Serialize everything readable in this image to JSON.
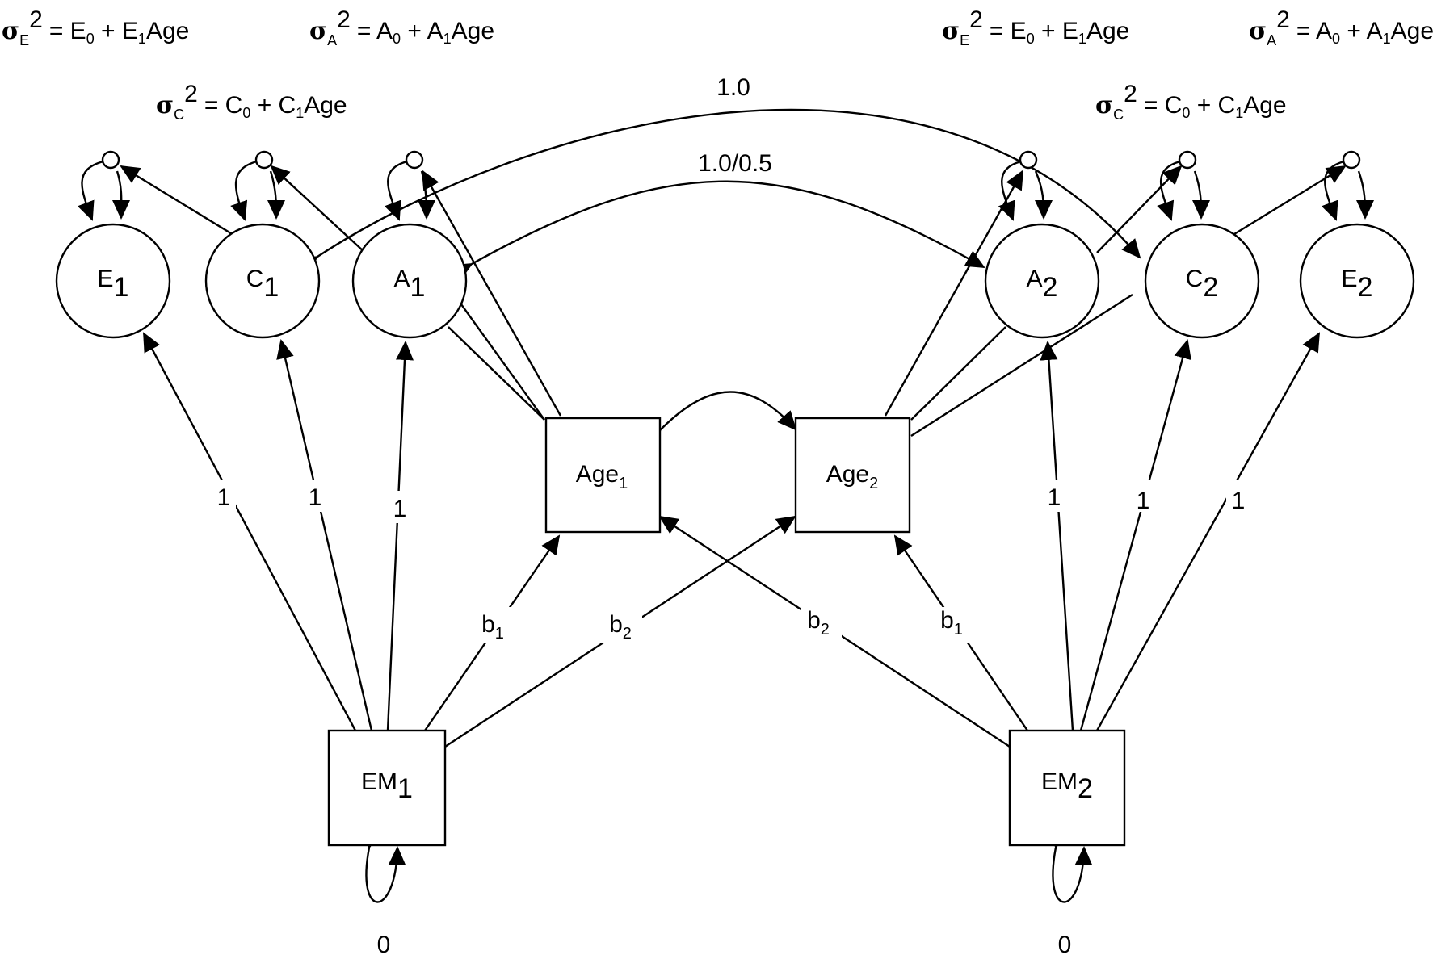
{
  "formulas": {
    "twin1": {
      "e": {
        "sigma": "σ",
        "sub": "E",
        "sup": "2",
        "rhs1": "= E",
        "rhs1_sub": "0",
        "rhs2": " + E",
        "rhs2_sub": "1",
        "rhs3": "Age"
      },
      "a": {
        "sigma": "σ",
        "sub": "A",
        "sup": "2",
        "rhs1": "= A",
        "rhs1_sub": "0",
        "rhs2": " + A",
        "rhs2_sub": "1",
        "rhs3": "Age"
      },
      "c": {
        "sigma": "σ",
        "sub": "C",
        "sup": "2",
        "rhs1": "= C",
        "rhs1_sub": "0",
        "rhs2": " + C",
        "rhs2_sub": "1",
        "rhs3": "Age"
      }
    },
    "twin2": {
      "e": {
        "sigma": "σ",
        "sub": "E",
        "sup": "2",
        "rhs1": "= E",
        "rhs1_sub": "0",
        "rhs2": " + E",
        "rhs2_sub": "1",
        "rhs3": "Age"
      },
      "a": {
        "sigma": "σ",
        "sub": "A",
        "sup": "2",
        "rhs1": "= A",
        "rhs1_sub": "0",
        "rhs2": " + A",
        "rhs2_sub": "1",
        "rhs3": "Age"
      },
      "c": {
        "sigma": "σ",
        "sub": "C",
        "sup": "2",
        "rhs1": "= C",
        "rhs1_sub": "0",
        "rhs2": " + C",
        "rhs2_sub": "1",
        "rhs3": "Age"
      }
    }
  },
  "latent": {
    "e1": {
      "base": "E",
      "sub": "1"
    },
    "c1": {
      "base": "C",
      "sub": "1"
    },
    "a1": {
      "base": "A",
      "sub": "1"
    },
    "a2": {
      "base": "A",
      "sub": "2"
    },
    "c2": {
      "base": "C",
      "sub": "2"
    },
    "e2": {
      "base": "E",
      "sub": "2"
    }
  },
  "observed": {
    "age1": {
      "base": "Age",
      "sub": "1"
    },
    "age2": {
      "base": "Age",
      "sub": "2"
    },
    "em1": {
      "base": "EM",
      "sub": "1"
    },
    "em2": {
      "base": "EM",
      "sub": "2"
    }
  },
  "paths": {
    "c_correlation": "1.0",
    "a_correlation": "1.0/0.5",
    "loading": "1",
    "em_variance": "0",
    "b1": {
      "base": "b",
      "sub": "1"
    },
    "b2": {
      "base": "b",
      "sub": "2"
    }
  }
}
